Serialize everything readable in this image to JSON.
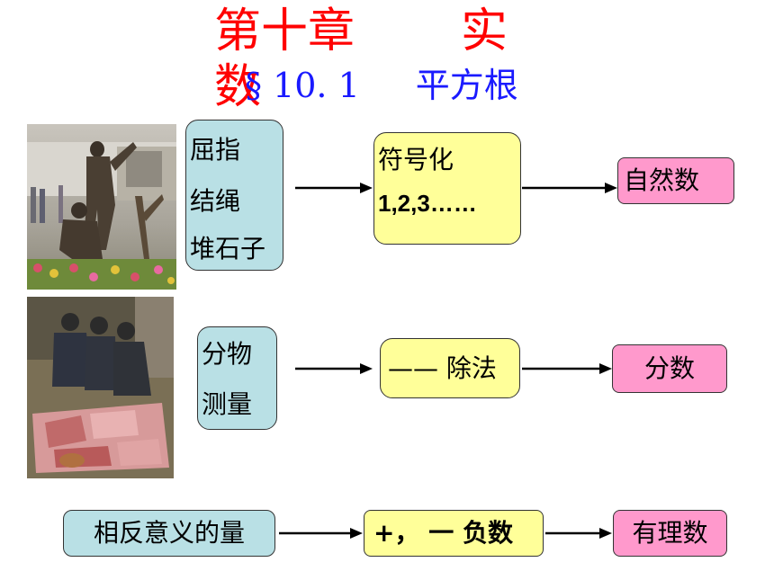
{
  "title": {
    "chapter": "第十章",
    "topic_line1": "实",
    "topic_line2": "数"
  },
  "subtitle": {
    "section": "§ 10. 1",
    "topic": "平方根"
  },
  "row1": {
    "origin": [
      "屈指",
      "结绳",
      "堆石子"
    ],
    "process_label": "符号化",
    "process_value": "1,2,3……",
    "result": "自然数"
  },
  "row2": {
    "origin": [
      "分物",
      "测量"
    ],
    "process": "—— 除法",
    "result": "分数"
  },
  "row3": {
    "origin": "相反意义的量",
    "process": "+， 一  负数",
    "result": "有理数"
  },
  "colors": {
    "title": "#ff0000",
    "subtitle": "#1a1aff",
    "origin_box": "#b9e0e5",
    "process_box": "#ffff99",
    "result_box": "#ff99cc"
  }
}
